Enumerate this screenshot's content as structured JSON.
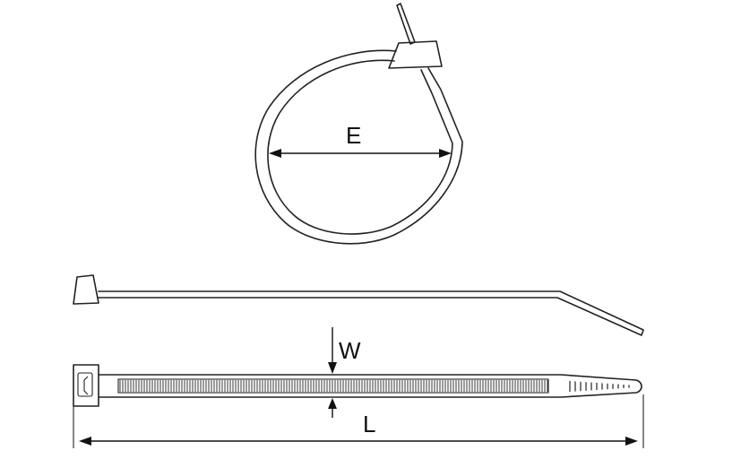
{
  "labels": {
    "diameter": "E",
    "width": "W",
    "length": "L"
  },
  "colors": {
    "line": "#222222",
    "background": "#ffffff"
  }
}
